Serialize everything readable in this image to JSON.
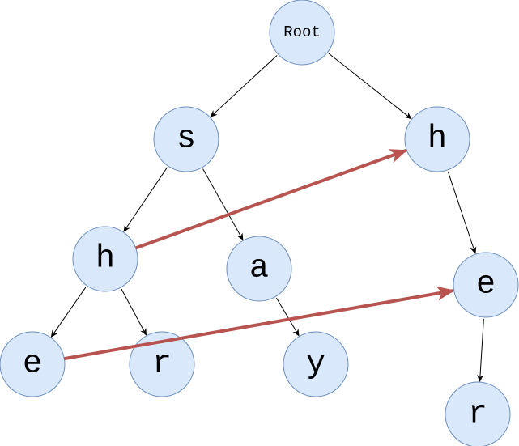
{
  "diagram": {
    "title": "Trie with suffix links",
    "colors": {
      "node_fill": "#dae8fc",
      "node_stroke": "#6c8ebf",
      "edge": "#000000",
      "link": "#b85450"
    },
    "nodes": [
      {
        "id": "root",
        "label": "Root"
      },
      {
        "id": "s",
        "label": "s"
      },
      {
        "id": "h1",
        "label": "h"
      },
      {
        "id": "h2",
        "label": "h"
      },
      {
        "id": "a",
        "label": "a"
      },
      {
        "id": "e2",
        "label": "e"
      },
      {
        "id": "e1",
        "label": "e"
      },
      {
        "id": "r1",
        "label": "r"
      },
      {
        "id": "y",
        "label": "y"
      },
      {
        "id": "r2",
        "label": "r"
      }
    ],
    "edges": [
      {
        "from": "root",
        "to": "s"
      },
      {
        "from": "root",
        "to": "h1"
      },
      {
        "from": "s",
        "to": "h2"
      },
      {
        "from": "s",
        "to": "a"
      },
      {
        "from": "h1",
        "to": "e2"
      },
      {
        "from": "h2",
        "to": "e1"
      },
      {
        "from": "h2",
        "to": "r1"
      },
      {
        "from": "a",
        "to": "y"
      },
      {
        "from": "e2",
        "to": "r2"
      }
    ],
    "links": [
      {
        "from": "h2",
        "to": "h1"
      },
      {
        "from": "e1",
        "to": "e2"
      }
    ]
  }
}
